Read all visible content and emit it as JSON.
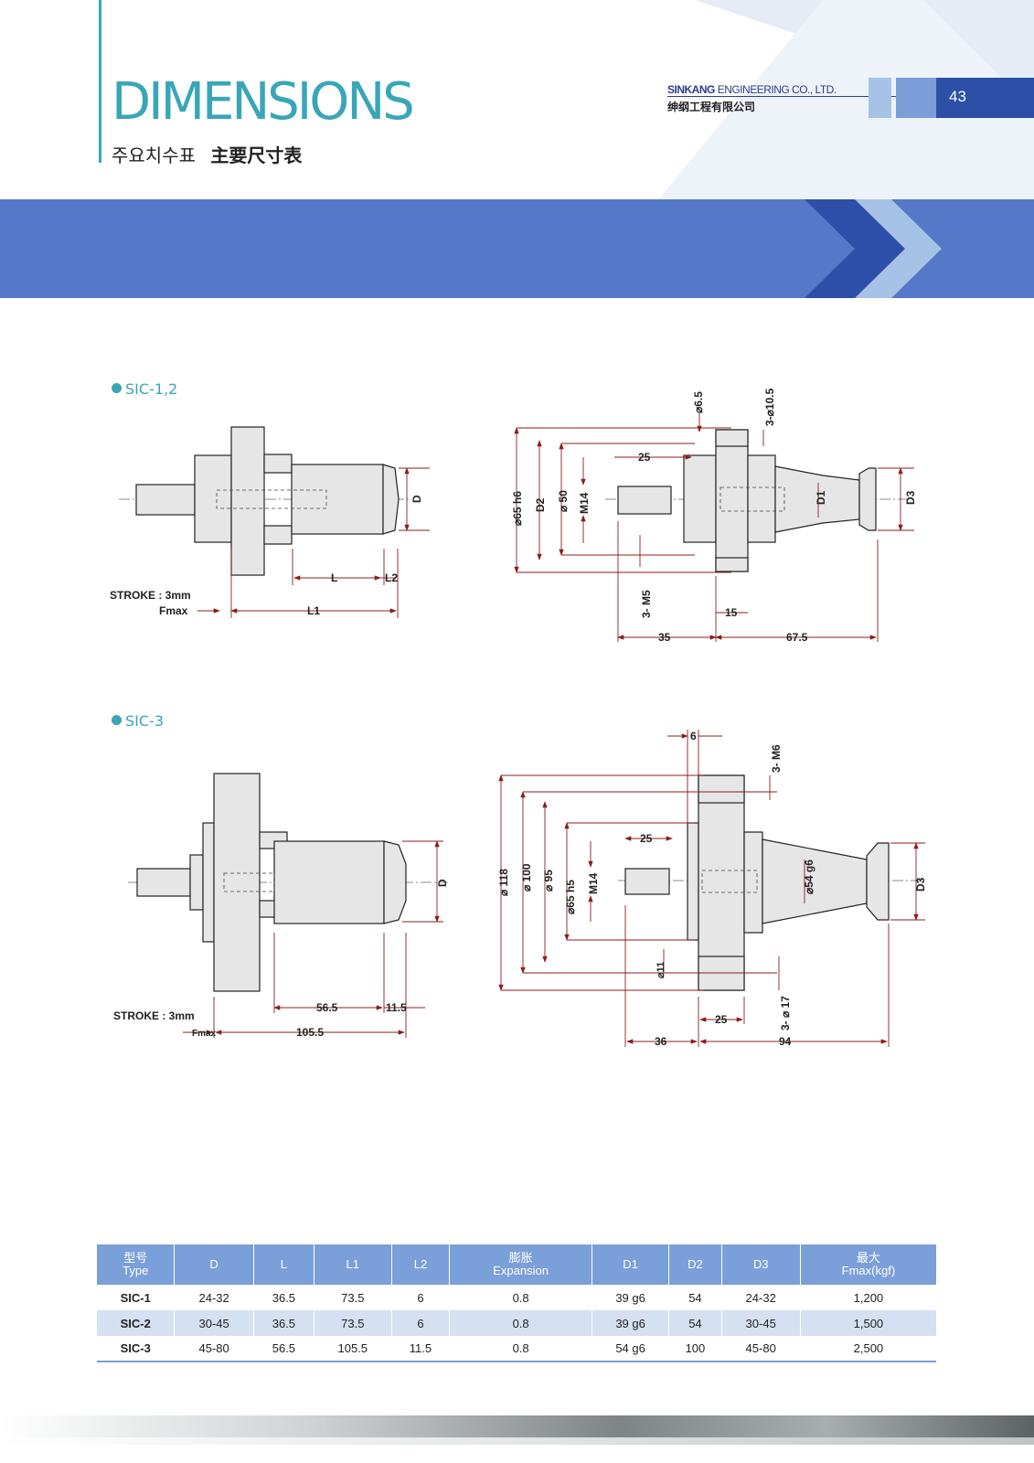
{
  "header": {
    "title": "DIMENSIONS",
    "subtitle_kr": "주요치수표",
    "subtitle_cn": "主要尺寸表",
    "company_en_bold": "SINKANG",
    "company_en_rest": "ENGINEERING CO., LTD.",
    "company_cn": "绅纲工程有限公司",
    "page_number": "43"
  },
  "colors": {
    "accent_teal": "#39a6b8",
    "banner_blue": "#5578c8",
    "dark_blue": "#2d4fa8",
    "table_header": "#7b9fd8"
  },
  "sections": [
    {
      "label": "SIC-1,2",
      "side_labels": {
        "D": "D",
        "L": "L",
        "L2": "L2",
        "L1": "L1",
        "stroke": "STROKE : 3mm",
        "fmax": "Fmax"
      },
      "front_labels": {
        "phi65h6": "⌀65 h6",
        "D2": "D2",
        "phi50": "⌀ 50",
        "M14": "M14",
        "D1": "D1",
        "D3": "D3",
        "phi6_5": "⌀6.5",
        "phi10_5": "3-⌀10.5",
        "dim25": "25",
        "M5": "3- M5",
        "dim15": "15",
        "dim35": "35",
        "dim67_5": "67.5"
      }
    },
    {
      "label": "SIC-3",
      "side_labels": {
        "D": "D",
        "dim56_5": "56.5",
        "dim11_5": "11.5",
        "dim105_5": "105.5",
        "stroke": "STROKE : 3mm",
        "fmax": "Fmax"
      },
      "front_labels": {
        "phi118": "⌀ 118",
        "phi100": "⌀ 100",
        "phi95": "⌀ 95",
        "phi65h5": "⌀65 h5",
        "M14": "M14",
        "phi54g6": "⌀54 g6",
        "D3": "D3",
        "dim6": "6",
        "M6": "3- M6",
        "dim25a": "25",
        "phi11": "⌀11",
        "phi17": "3- ⌀ 17",
        "dim25b": "25",
        "dim36": "36",
        "dim94": "94"
      }
    }
  ],
  "table": {
    "headers": [
      {
        "top": "型号",
        "bottom": "Type"
      },
      {
        "top": "D",
        "bottom": ""
      },
      {
        "top": "L",
        "bottom": ""
      },
      {
        "top": "L1",
        "bottom": ""
      },
      {
        "top": "L2",
        "bottom": ""
      },
      {
        "top": "膨胀",
        "bottom": "Expansion"
      },
      {
        "top": "D1",
        "bottom": ""
      },
      {
        "top": "D2",
        "bottom": ""
      },
      {
        "top": "D3",
        "bottom": ""
      },
      {
        "top": "最大",
        "bottom": "Fmax(kgf)"
      }
    ],
    "rows": [
      [
        "SIC-1",
        "24-32",
        "36.5",
        "73.5",
        "6",
        "0.8",
        "39 g6",
        "54",
        "24-32",
        "1,200"
      ],
      [
        "SIC-2",
        "30-45",
        "36.5",
        "73.5",
        "6",
        "0.8",
        "39 g6",
        "54",
        "30-45",
        "1,500"
      ],
      [
        "SIC-3",
        "45-80",
        "56.5",
        "105.5",
        "11.5",
        "0.8",
        "54 g6",
        "100",
        "45-80",
        "2,500"
      ]
    ]
  }
}
